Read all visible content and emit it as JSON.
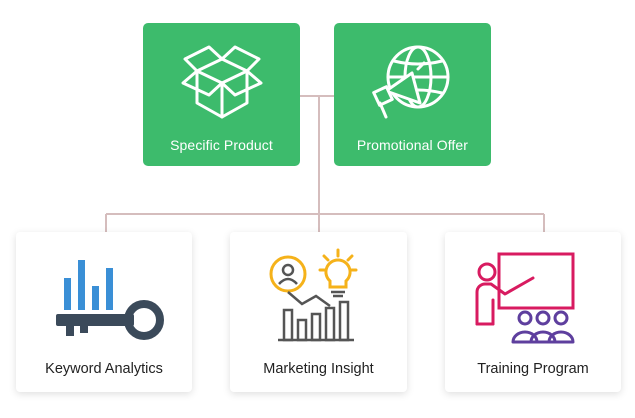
{
  "nodes": {
    "top": [
      {
        "id": "specific-product",
        "label": "Specific Product",
        "icon": "open-box-icon"
      },
      {
        "id": "promotional-offer",
        "label": "Promotional Offer",
        "icon": "megaphone-globe-icon"
      }
    ],
    "bottom": [
      {
        "id": "keyword-analytics",
        "label": "Keyword Analytics",
        "icon": "key-bar-chart-icon"
      },
      {
        "id": "marketing-insight",
        "label": "Marketing Insight",
        "icon": "person-bulb-chart-icon"
      },
      {
        "id": "training-program",
        "label": "Training Program",
        "icon": "presentation-board-icon"
      }
    ]
  },
  "colors": {
    "top_fill": "#3dbb6c",
    "connector": "#d5bdbd",
    "key_blue": "#3a8fd6",
    "key_dark": "#3b4a5a",
    "insight_yellow": "#f5b21a",
    "insight_gray": "#555555",
    "training_pink": "#d81b60",
    "training_purple": "#5e3f9e"
  }
}
